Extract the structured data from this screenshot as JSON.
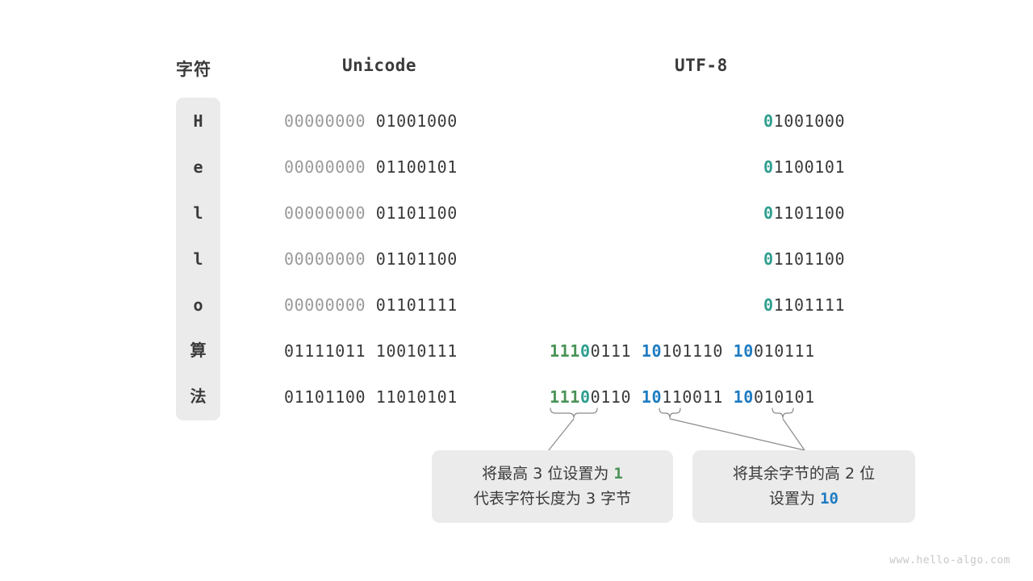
{
  "headers": {
    "char": "字符",
    "unicode": "Unicode",
    "utf8": "UTF-8"
  },
  "rows": [
    {
      "char": "H",
      "is_cjk": false,
      "unicode": {
        "high_byte": "00000000",
        "low_byte": "01001000"
      },
      "utf8_ascii": {
        "lead": "0",
        "rest": "1001000"
      }
    },
    {
      "char": "e",
      "is_cjk": false,
      "unicode": {
        "high_byte": "00000000",
        "low_byte": "01100101"
      },
      "utf8_ascii": {
        "lead": "0",
        "rest": "1100101"
      }
    },
    {
      "char": "l",
      "is_cjk": false,
      "unicode": {
        "high_byte": "00000000",
        "low_byte": "01101100"
      },
      "utf8_ascii": {
        "lead": "0",
        "rest": "1101100"
      }
    },
    {
      "char": "l",
      "is_cjk": false,
      "unicode": {
        "high_byte": "00000000",
        "low_byte": "01101100"
      },
      "utf8_ascii": {
        "lead": "0",
        "rest": "1101100"
      }
    },
    {
      "char": "o",
      "is_cjk": false,
      "unicode": {
        "high_byte": "00000000",
        "low_byte": "01101111"
      },
      "utf8_ascii": {
        "lead": "0",
        "rest": "1101111"
      }
    },
    {
      "char": "算",
      "is_cjk": true,
      "unicode": {
        "high_byte": "01111011",
        "low_byte": "10010111"
      },
      "utf8_multi": {
        "b1_green": "111",
        "b1_teal": "0",
        "b1_rest": "0111",
        "b2_blue": "10",
        "b2_rest": "101110",
        "b3_blue": "10",
        "b3_rest": "010111"
      }
    },
    {
      "char": "法",
      "is_cjk": true,
      "unicode": {
        "high_byte": "01101100",
        "low_byte": "11010101"
      },
      "utf8_multi": {
        "b1_green": "111",
        "b1_teal": "0",
        "b1_rest": "0110",
        "b2_blue": "10",
        "b2_rest": "110011",
        "b3_blue": "10",
        "b3_rest": "010101"
      }
    }
  ],
  "callouts": {
    "first": {
      "line1_a": "将最高 3 位设置为 ",
      "line1_hl": "1",
      "line2": "代表字符长度为 3 字节"
    },
    "second": {
      "line1": "将其余字节的高 2 位",
      "line2_a": "设置为 ",
      "line2_hl": "10"
    }
  },
  "watermark": "www.hello-algo.com",
  "colors": {
    "text": "#3a3a3a",
    "dim": "#9a9a9a",
    "teal": "#2e9e8f",
    "green": "#4a9356",
    "blue": "#1f7cc2",
    "box_bg": "#ebebeb",
    "connector": "#8a8a8a"
  }
}
